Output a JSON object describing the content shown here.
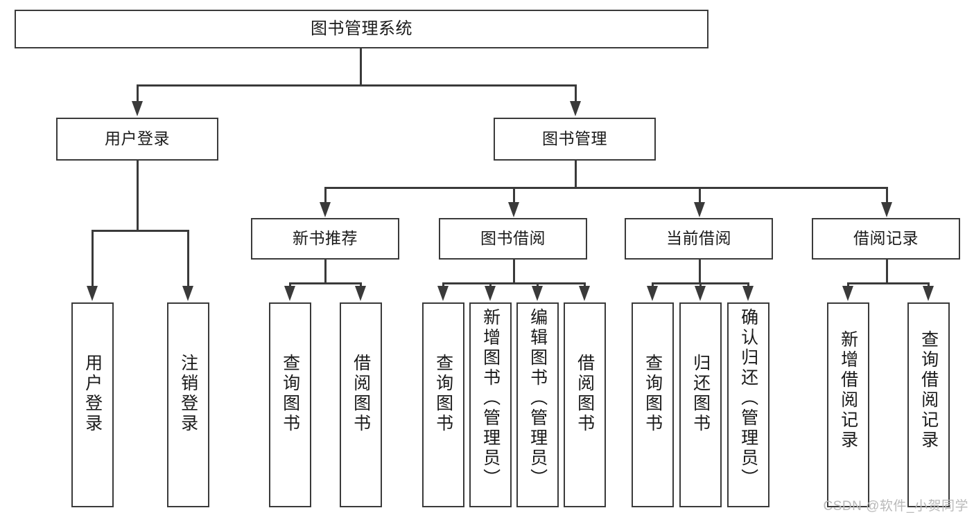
{
  "diagram": {
    "type": "tree",
    "title": "图书管理系统",
    "watermark": "CSDN @软件_小贺同学",
    "colors": {
      "stroke": "#3a3a3a",
      "fill": "#ffffff",
      "text": "#1a1a1a",
      "watermark": "#b9b9b9"
    },
    "levels": {
      "root": "图书管理系统",
      "level2": [
        "用户登录",
        "图书管理"
      ],
      "level3": [
        "新书推荐",
        "图书借阅",
        "当前借阅",
        "借阅记录"
      ]
    },
    "nodes": {
      "root": {
        "label": "图书管理系统"
      },
      "user_login": {
        "label": "用户登录"
      },
      "book_manage": {
        "label": "图书管理"
      },
      "new_book_rec": {
        "label": "新书推荐"
      },
      "book_borrow": {
        "label": "图书借阅"
      },
      "current_borrow": {
        "label": "当前借阅"
      },
      "borrow_record": {
        "label": "借阅记录"
      },
      "leaf_user_login": {
        "label": "用户登录"
      },
      "leaf_logout": {
        "label": "注销登录"
      },
      "leaf_query_book_a": {
        "label": "查询图书"
      },
      "leaf_borrow_book_a": {
        "label": "借阅图书"
      },
      "leaf_query_book_b": {
        "label": "查询图书"
      },
      "leaf_add_book": {
        "label": "新增图书（管理员）"
      },
      "leaf_edit_book": {
        "label": "编辑图书（管理员）"
      },
      "leaf_borrow_book_b": {
        "label": "借阅图书"
      },
      "leaf_query_book_c": {
        "label": "查询图书"
      },
      "leaf_return_book": {
        "label": "归还图书"
      },
      "leaf_confirm_return": {
        "label": "确认归还（管理员）"
      },
      "leaf_add_record": {
        "label": "新增借阅记录"
      },
      "leaf_query_record": {
        "label": "查询借阅记录"
      }
    },
    "edges": [
      {
        "from": "root",
        "to": "user_login"
      },
      {
        "from": "root",
        "to": "book_manage"
      },
      {
        "from": "user_login",
        "to": "leaf_user_login"
      },
      {
        "from": "user_login",
        "to": "leaf_logout"
      },
      {
        "from": "book_manage",
        "to": "new_book_rec"
      },
      {
        "from": "book_manage",
        "to": "book_borrow"
      },
      {
        "from": "book_manage",
        "to": "current_borrow"
      },
      {
        "from": "book_manage",
        "to": "borrow_record"
      },
      {
        "from": "new_book_rec",
        "to": "leaf_query_book_a"
      },
      {
        "from": "new_book_rec",
        "to": "leaf_borrow_book_a"
      },
      {
        "from": "book_borrow",
        "to": "leaf_query_book_b"
      },
      {
        "from": "book_borrow",
        "to": "leaf_add_book"
      },
      {
        "from": "book_borrow",
        "to": "leaf_edit_book"
      },
      {
        "from": "book_borrow",
        "to": "leaf_borrow_book_b"
      },
      {
        "from": "current_borrow",
        "to": "leaf_query_book_c"
      },
      {
        "from": "current_borrow",
        "to": "leaf_return_book"
      },
      {
        "from": "current_borrow",
        "to": "leaf_confirm_return"
      },
      {
        "from": "borrow_record",
        "to": "leaf_add_record"
      },
      {
        "from": "borrow_record",
        "to": "leaf_query_record"
      }
    ]
  }
}
